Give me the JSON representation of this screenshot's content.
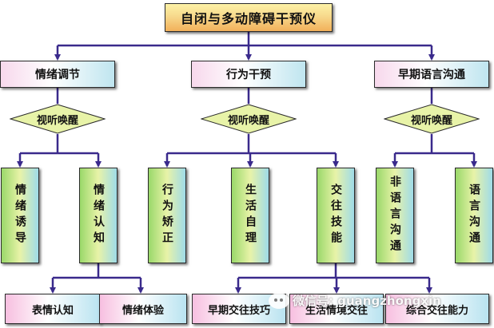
{
  "root": {
    "label": "自闭与多动障碍干预仪"
  },
  "categories": [
    {
      "label": "情绪调节",
      "trigger": "视听唤醒",
      "leaves": [
        "情绪诱导",
        "情绪认知"
      ],
      "bottom": [
        "表情认知",
        "情绪体验"
      ]
    },
    {
      "label": "行为干预",
      "trigger": "视听唤醒",
      "leaves": [
        "行为矫正",
        "生活自理",
        "交往技能"
      ],
      "bottom": [
        "早期交往技巧",
        "生活情境交往",
        "综合交往能力"
      ]
    },
    {
      "label": "早期语言沟通",
      "trigger": "视听唤醒",
      "leaves": [
        "非语言沟通",
        "语言沟通"
      ],
      "bottom": []
    }
  ],
  "watermark": {
    "text": "微信号: guangzhongxin"
  },
  "colors": {
    "connector": "#3a2a8c",
    "root_fill": "#f7d98c",
    "diamond_fill": "#e8f3a8",
    "leaf_green": "#9ad86a",
    "leaf_blue": "#9fdbe8"
  }
}
